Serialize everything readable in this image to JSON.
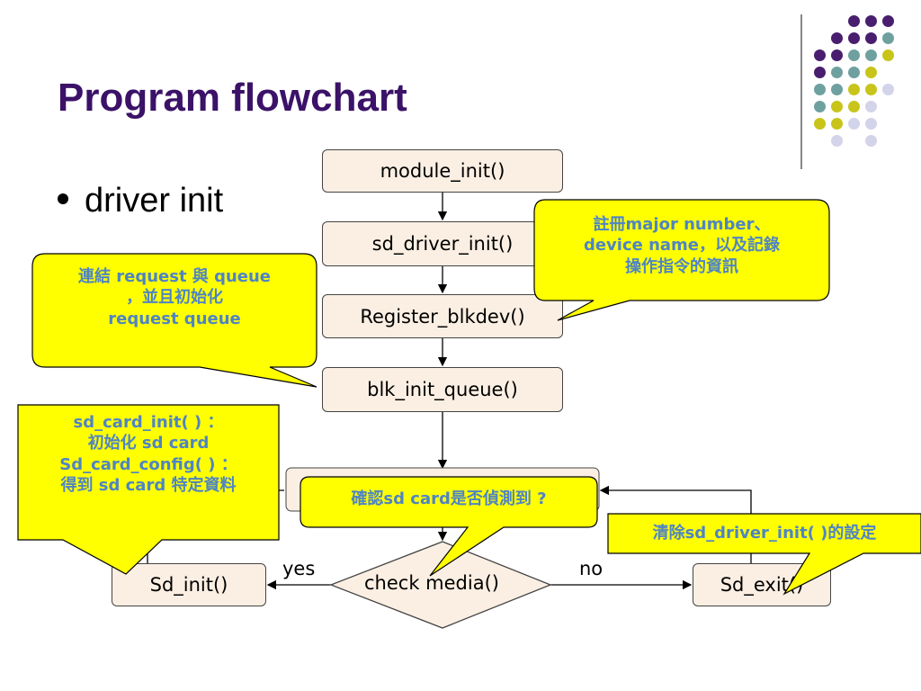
{
  "title": "Program flowchart",
  "bullet": "driver init",
  "flow": {
    "module_init": "module_init()",
    "sd_driver_init": "sd_driver_init()",
    "register_blkdev": "Register_blkdev()",
    "blk_init_queue": "blk_init_queue()",
    "check_media": "check media()",
    "sd_init": "Sd_init()",
    "sd_exit": "Sd_exit()",
    "yes": "yes",
    "no": "no"
  },
  "callouts": {
    "major": [
      "註冊major number、",
      "device name，以及記錄",
      "操作指令的資訊"
    ],
    "request": [
      "連結 request 與 queue",
      "，並且初始化",
      "request  queue"
    ],
    "sdcard": [
      "sd_card_init( ) ：",
      "初始化  sd card",
      "Sd_card_config( ) ：",
      "得到 sd card 特定資料"
    ],
    "confirm": "確認sd card是否偵測到 ?",
    "clear": "清除sd_driver_init( )的設定"
  },
  "colors": {
    "title": "#3b1268",
    "callout_fill": "#ffff00",
    "callout_text": "#4f84c4",
    "box_fill": "#fbefe3",
    "dot_purple": "#4a1e6e",
    "dot_teal": "#6fa0a0",
    "dot_olive": "#c8c41a",
    "dot_lavender": "#d3d3ea"
  }
}
